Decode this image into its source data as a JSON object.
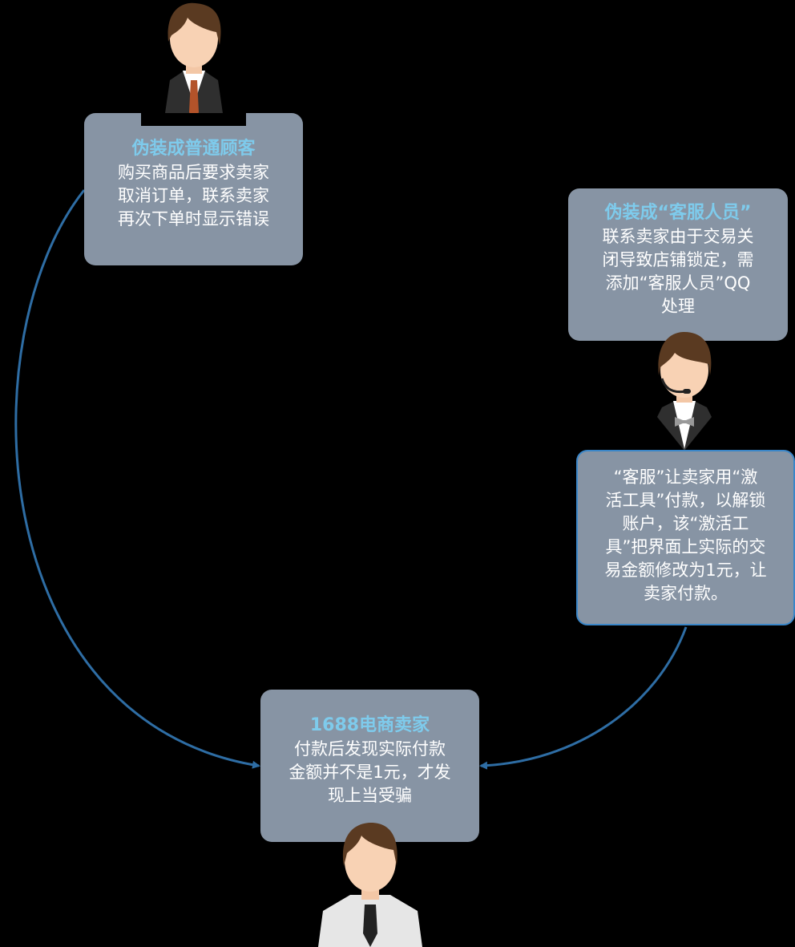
{
  "colors": {
    "box": "#8794a4",
    "title": "#7ecbec",
    "arrow": "#2e6da4",
    "background": "#000000"
  },
  "nodes": {
    "fake_customer": {
      "title": "伪装成普通顾客",
      "lines": [
        "购买商品后要求卖家",
        "取消订单，联系卖家",
        "再次下单时显示错误"
      ]
    },
    "fake_service": {
      "title": "伪装成“客服人员”",
      "lines": [
        "联系卖家由于交易关",
        "闭导致店铺锁定，需",
        "添加“客服人员”QQ",
        "处理"
      ]
    },
    "activation_tool": {
      "lines": [
        "“客服”让卖家用“激",
        "活工具”付款，以解锁",
        "账户，该“激活工",
        "具”把界面上实际的交",
        "易金额修改为1元，让",
        "卖家付款。"
      ]
    },
    "seller": {
      "title": "1688电商卖家",
      "lines": [
        "付款后发现实际付款",
        "金额并不是1元，才发",
        "现上当受骗"
      ]
    }
  },
  "icons": [
    "businessman-avatar-icon",
    "customer-service-avatar-icon",
    "seller-avatar-icon",
    "arrow-icon"
  ]
}
